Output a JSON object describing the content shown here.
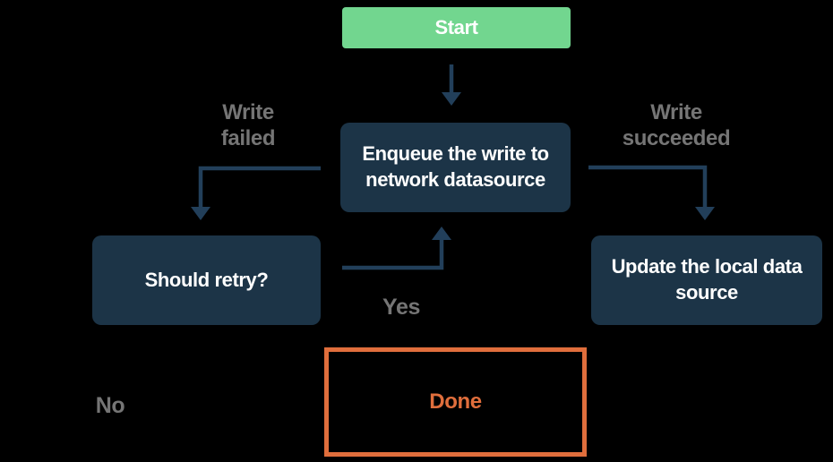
{
  "diagram": {
    "nodes": {
      "start": {
        "label": "Start",
        "fill": "#72D68F"
      },
      "enqueue": {
        "label": "Enqueue the write to\nnetwork datasource",
        "fill": "#1C3447"
      },
      "should_retry": {
        "label": "Should retry?",
        "fill": "#1C3447"
      },
      "update_local": {
        "label": "Update the local data\nsource",
        "fill": "#1C3447"
      },
      "done": {
        "label": "Done",
        "border": "#E06E3C"
      }
    },
    "edges": {
      "start_to_enqueue": {
        "from": "start",
        "to": "enqueue",
        "label": ""
      },
      "enqueue_to_should_retry": {
        "from": "enqueue",
        "to": "should_retry",
        "label": "Write\nfailed"
      },
      "enqueue_to_update_local": {
        "from": "enqueue",
        "to": "update_local",
        "label": "Write\nsucceeded"
      },
      "should_retry_to_enqueue": {
        "from": "should_retry",
        "to": "enqueue",
        "label": "Yes"
      },
      "should_retry_no": {
        "from": "should_retry",
        "to": "done",
        "label": "No"
      }
    }
  },
  "colors": {
    "background": "#000000",
    "start-fill": "#72D68F",
    "node-fill": "#1C3447",
    "node-text": "#FFFFFF",
    "line": "#223F5A",
    "edge-label": "#757575",
    "done-accent": "#E06E3C"
  }
}
